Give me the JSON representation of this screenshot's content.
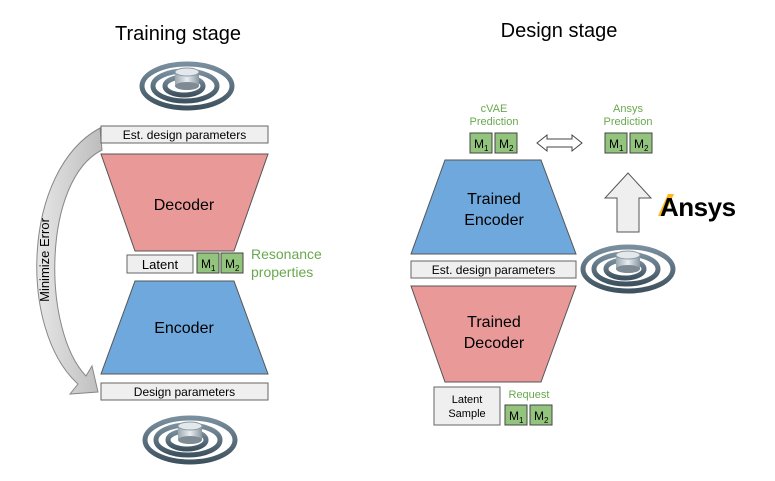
{
  "training": {
    "title": "Training stage",
    "est_params": "Est. design parameters",
    "decoder": "Decoder",
    "latent": "Latent",
    "resonance_line1": "Resonance",
    "resonance_line2": "properties",
    "encoder": "Encoder",
    "design_params": "Design parameters",
    "minimize_error": "Minimize Error",
    "m_letter": "M",
    "m1_sub": "1",
    "m2_sub": "2"
  },
  "design": {
    "title": "Design stage",
    "cvae_line1": "cVAE",
    "cvae_line2": "Prediction",
    "ansys_pred_line1": "Ansys",
    "ansys_pred_line2": "Prediction",
    "trained_encoder_line1": "Trained",
    "trained_encoder_line2": "Encoder",
    "est_params": "Est. design parameters",
    "trained_decoder_line1": "Trained",
    "trained_decoder_line2": "Decoder",
    "latent_line1": "Latent",
    "latent_line2": "Sample",
    "request": "Request",
    "ansys_logo": "Ansys"
  },
  "colors": {
    "decoder": "#EA9999",
    "encoder": "#6FA8DC",
    "m_box": "#93C47D",
    "green_text": "#6AA84F",
    "box_fill": "#EFEFEF"
  }
}
